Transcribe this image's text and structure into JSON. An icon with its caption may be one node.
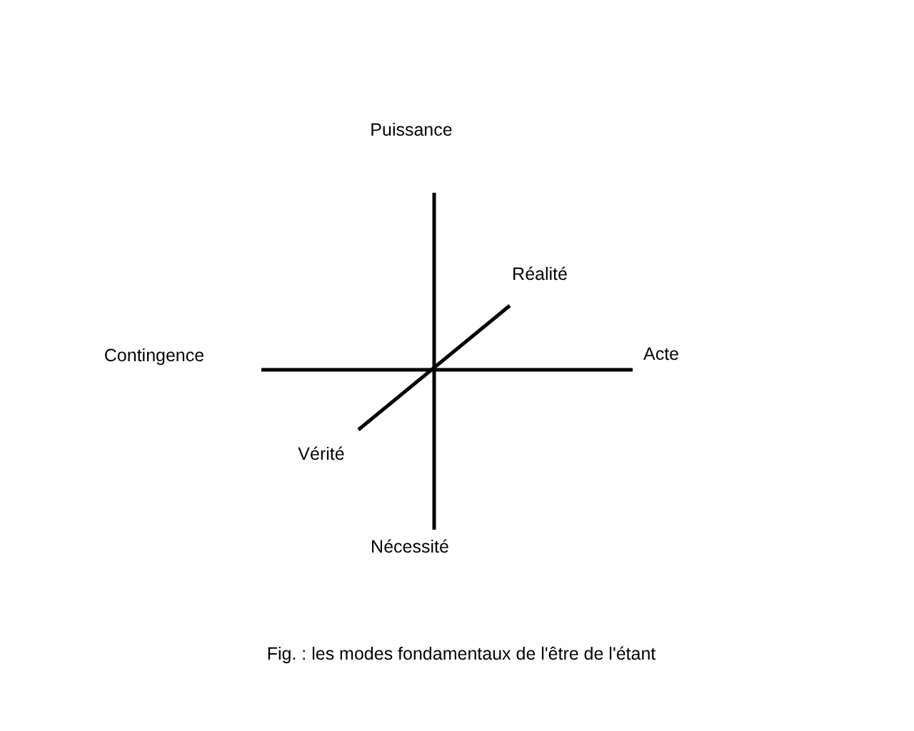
{
  "diagram": {
    "caption": "Fig. : les modes fondamentaux de l'être de l'étant",
    "labels": [
      "Puissance",
      "Réalité",
      "Contingence",
      "Acte",
      "Vérité",
      "Nécessité"
    ]
  }
}
